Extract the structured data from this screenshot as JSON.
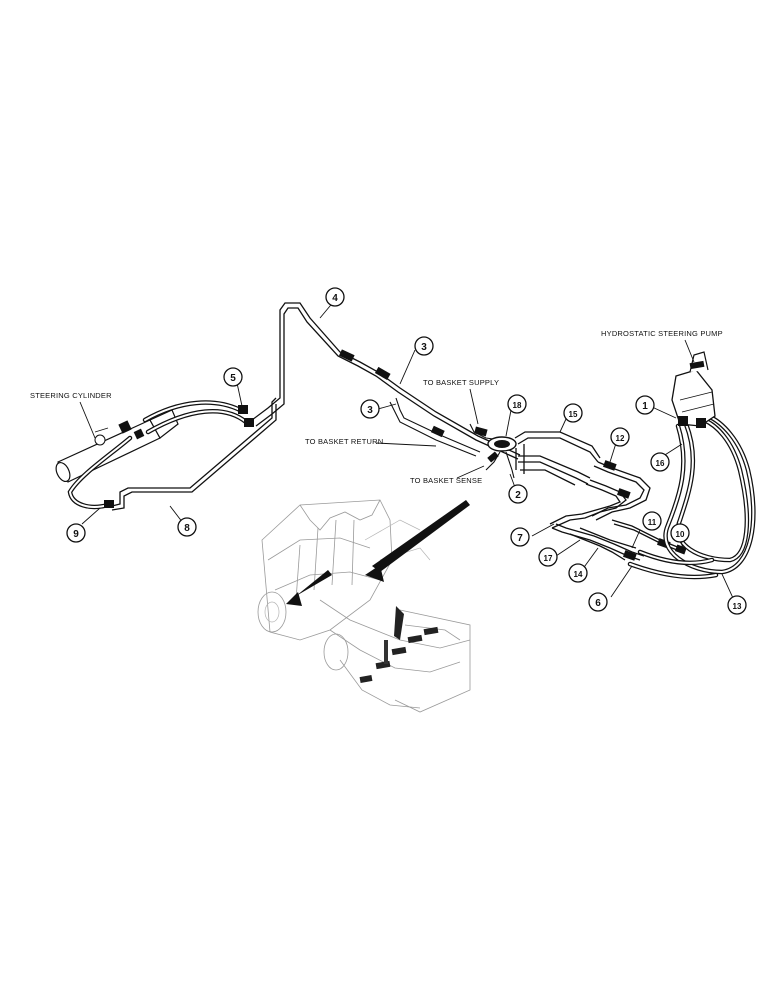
{
  "labels": {
    "steering_cylinder": "STEERING CYLINDER",
    "hydrostatic_pump": "HYDROSTATIC STEERING PUMP",
    "basket_supply": "TO BASKET SUPPLY",
    "basket_return": "TO BASKET RETURN",
    "basket_sense": "TO BASKET SENSE"
  },
  "callouts": {
    "c1": "1",
    "c2": "2",
    "c3a": "3",
    "c3b": "3",
    "c4": "4",
    "c5": "5",
    "c6": "6",
    "c7": "7",
    "c8": "8",
    "c9": "9",
    "c10": "10",
    "c11": "11",
    "c12": "12",
    "c13": "13",
    "c14": "14",
    "c15": "15",
    "c16": "16",
    "c17": "17",
    "c18": "18"
  }
}
